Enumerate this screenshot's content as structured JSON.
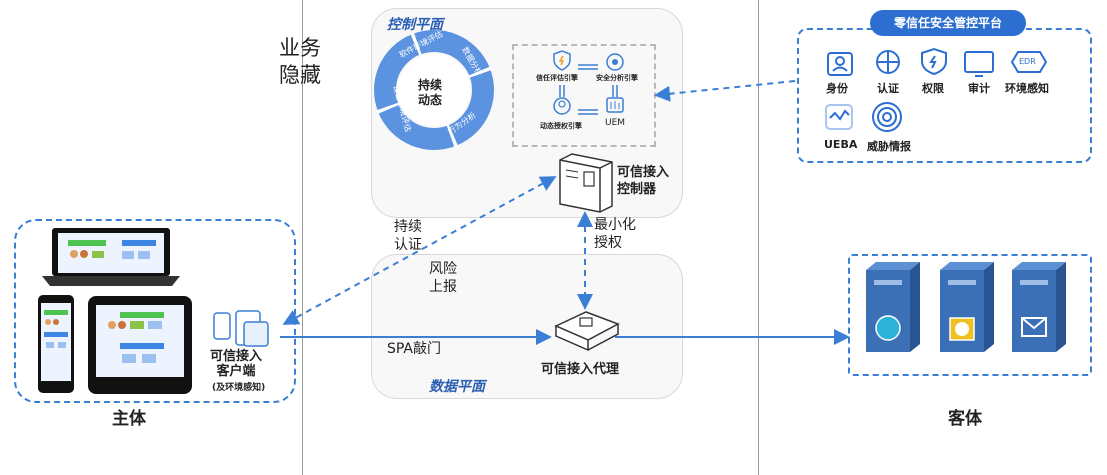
{
  "labels": {
    "business_hidden": "业务\n隐藏",
    "control_plane": "控制平面",
    "data_plane": "数据平面",
    "cycle_center": "持续\n动态",
    "cycle_segments": [
      "软件环境评估",
      "数据分析",
      "行为分析",
      "设备环境评估"
    ],
    "engines": {
      "trust_eval": "信任评估引擎",
      "security_analysis": "安全分析引擎",
      "dynamic_auth": "动态授权引擎",
      "uem": "UEM"
    },
    "controller": "可信接入\n控制器",
    "min_auth": "最小化\n授权",
    "continuous_auth": "持续\n认证",
    "risk_report": "风险\n上报",
    "spa": "SPA敲门",
    "proxy": "可信接入代理",
    "client": "可信接入\n客户端",
    "client_sub": "(及环境感知)",
    "subject": "主体",
    "object": "客体",
    "platform": {
      "title": "零信任安全管控平台",
      "items": [
        "身份",
        "认证",
        "权限",
        "审计",
        "环境感知",
        "UEBA",
        "威胁情报"
      ]
    },
    "edr_text": "EDR"
  },
  "colors": {
    "accent_blue": "#3a7fd5",
    "platform_blue": "#2c6fd1",
    "server_blue": "#3b6fb6",
    "cycle_blue": "#5b93e0"
  }
}
